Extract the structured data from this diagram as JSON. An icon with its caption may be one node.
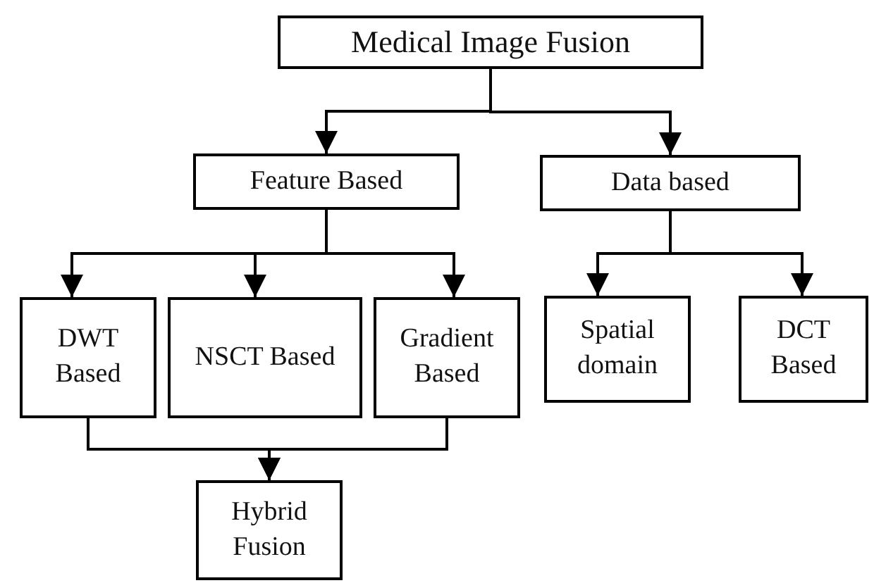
{
  "diagram": {
    "nodes": [
      {
        "text": [
          "Medical Image Fusion"
        ]
      },
      {
        "text": [
          "Feature Based"
        ]
      },
      {
        "text": [
          "Data based"
        ]
      },
      {
        "text": [
          "DWT Based"
        ]
      },
      {
        "text": [
          "NSCT Based"
        ]
      },
      {
        "text": [
          "Gradient Based"
        ]
      },
      {
        "text": [
          "Spatial domain"
        ]
      },
      {
        "text": [
          "DCT Based"
        ]
      },
      {
        "text": [
          "Hybrid Fusion"
        ]
      }
    ],
    "edges": [
      {
        "from": 0,
        "to": 1,
        "arrow": "to"
      },
      {
        "from": 0,
        "to": 2,
        "arrow": "to"
      },
      {
        "from": 1,
        "to": 3,
        "arrow": "to"
      },
      {
        "from": 1,
        "to": 4,
        "arrow": "to"
      },
      {
        "from": 1,
        "to": 5,
        "arrow": "to"
      },
      {
        "from": 2,
        "to": 6,
        "arrow": "to"
      },
      {
        "from": 2,
        "to": 7,
        "arrow": "to"
      },
      {
        "from": 3,
        "to": 8,
        "arrow": "to"
      },
      {
        "from": 5,
        "to": 8,
        "arrow": "to"
      }
    ]
  }
}
